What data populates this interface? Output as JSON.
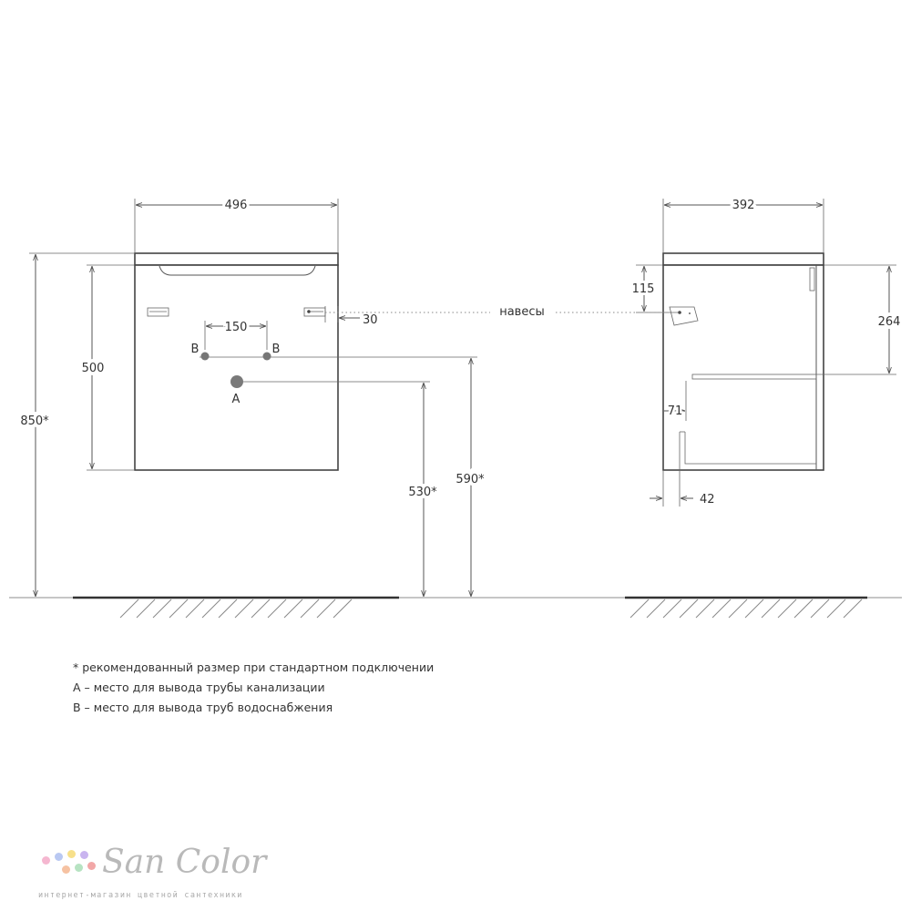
{
  "front_view": {
    "width_label": "496",
    "height_label": "500",
    "total_height_label": "850*",
    "pipe_spacing_label": "150",
    "hinge_offset_label": "30",
    "pipe_b_left_label": "B",
    "pipe_b_right_label": "B",
    "drain_a_label": "A",
    "drain_height_label": "530*",
    "water_height_label": "590*"
  },
  "side_view": {
    "depth_label": "392",
    "top_offset_label": "115",
    "hinge_label": "навесы",
    "shelf_height_label": "264",
    "inner_offset_label": "71",
    "bottom_offset_label": "42"
  },
  "notes": [
    "* рекомендованный размер при стандартном подключении",
    "А – место для вывода трубы канализации",
    "В – место для вывода труб водоснабжения"
  ],
  "logo": {
    "name": "San Color",
    "tagline": "интернет-магазин цветной сантехники",
    "dot_colors": [
      "#f5b7d0",
      "#b9c8f2",
      "#f7e08a",
      "#c9b4ef",
      "#f6c2a2",
      "#b7e3c2",
      "#f2a7a7"
    ]
  }
}
